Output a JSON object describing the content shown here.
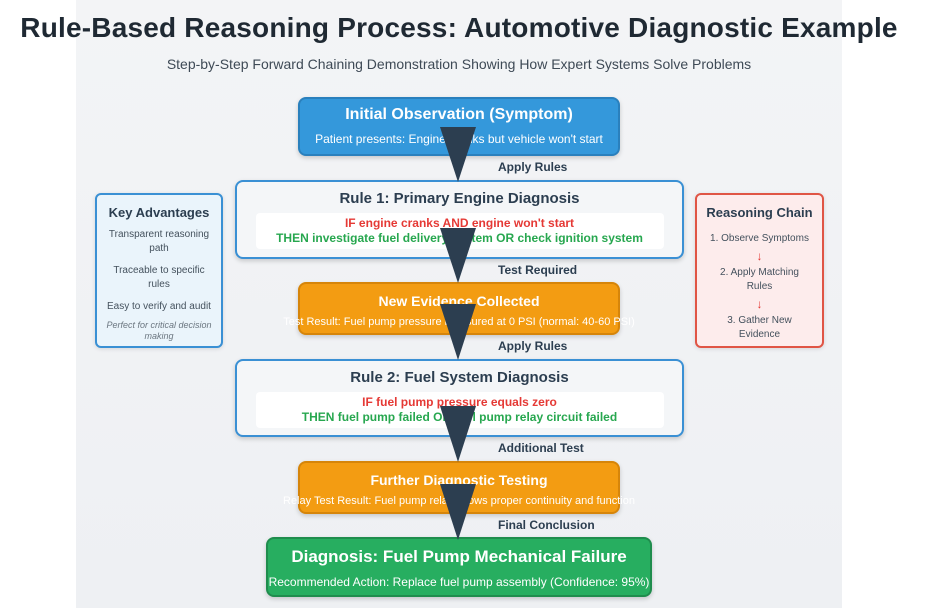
{
  "header": {
    "title": "Rule-Based Reasoning Process: Automotive Diagnostic Example",
    "subtitle": "Step-by-Step Forward Chaining Demonstration Showing How Expert Systems Solve Problems"
  },
  "flow": {
    "observation": {
      "title": "Initial Observation (Symptom)",
      "text": "Patient presents: Engine cranks but vehicle won't start"
    },
    "edge1": "Apply Rules",
    "rule1": {
      "title": "Rule 1: Primary Engine Diagnosis",
      "if": "IF engine cranks AND engine won't start",
      "then": "THEN investigate fuel delivery system OR check ignition system"
    },
    "edge2": "Test Required",
    "evidence": {
      "title": "New Evidence Collected",
      "text": "Test Result: Fuel pump pressure measured at 0 PSI (normal: 40-60 PSI)"
    },
    "edge3": "Apply Rules",
    "rule2": {
      "title": "Rule 2: Fuel System Diagnosis",
      "if": "IF fuel pump pressure equals zero",
      "then": "THEN fuel pump failed OR fuel pump relay circuit failed"
    },
    "edge4": "Additional Test",
    "testing": {
      "title": "Further Diagnostic Testing",
      "text": "Relay Test Result: Fuel pump relay shows proper continuity and function"
    },
    "edge5": "Final Conclusion",
    "diagnosis": {
      "title": "Diagnosis: Fuel Pump Mechanical Failure",
      "text": "Recommended Action: Replace fuel pump assembly (Confidence: 95%)"
    }
  },
  "advantages": {
    "title": "Key Advantages",
    "items": [
      "Transparent reasoning path",
      "Traceable to specific rules",
      "Easy to verify and audit"
    ],
    "note": "Perfect for critical decision making"
  },
  "chain": {
    "title": "Reasoning Chain",
    "steps": [
      "1. Observe Symptoms",
      "2. Apply Matching Rules",
      "3. Gather New Evidence"
    ],
    "arrow": "↓"
  },
  "colors": {
    "observation": "#3498db",
    "evidence": "#f39c12",
    "diagnosis": "#27ae60",
    "arrow": "#2c3e50"
  }
}
